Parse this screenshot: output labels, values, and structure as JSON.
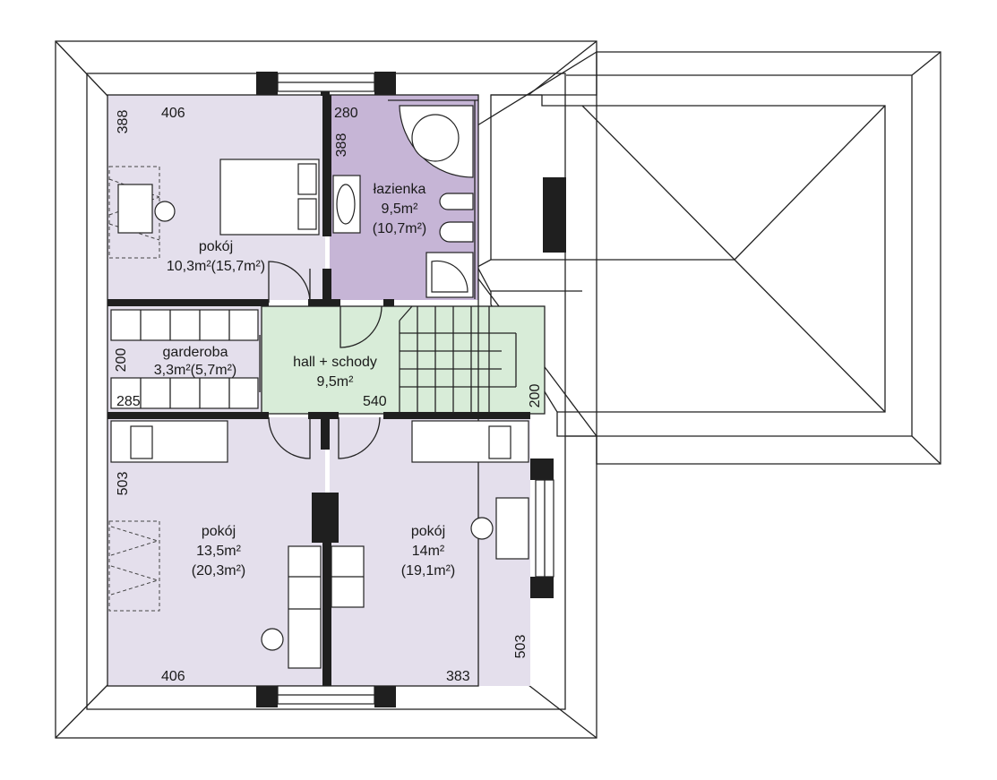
{
  "colors": {
    "roof": "#e9e9ea",
    "room": "#e4dfec",
    "bathroom": "#c6b5d6",
    "hall": "#d8ecd8",
    "wall": "#1f1f1f"
  },
  "rooms": [
    {
      "id": "bedroom_top",
      "name": "pokój",
      "area": "10,3m²(15,7m²)"
    },
    {
      "id": "bathroom",
      "name": "łazienka",
      "area": "9,5m²",
      "area_total": "(10,7m²)"
    },
    {
      "id": "wardrobe",
      "name": "garderoba",
      "area": "3,3m²(5,7m²)"
    },
    {
      "id": "hall",
      "name": "hall + schody",
      "area": "9,5m²"
    },
    {
      "id": "bedroom_left",
      "name": "pokój",
      "area": "13,5m²",
      "area_total": "(20,3m²)"
    },
    {
      "id": "bedroom_right",
      "name": "pokój",
      "area": "14m²",
      "area_total": "(19,1m²)"
    }
  ],
  "dimensions": {
    "top_left_width": "406",
    "top_left_height": "388",
    "bath_width": "280",
    "bath_height": "388",
    "wardrobe_height": "200",
    "wardrobe_width": "285",
    "hall_width": "540",
    "hall_height": "200",
    "bottom_left_height": "503",
    "bottom_left_width": "406",
    "bottom_right_width": "383",
    "bottom_right_height": "503"
  }
}
